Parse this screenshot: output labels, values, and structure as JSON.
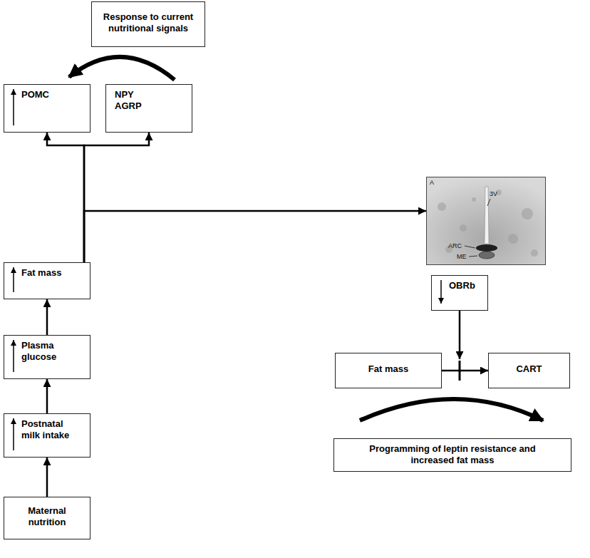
{
  "diagram": {
    "nodes": [
      {
        "text": [
          "Response to current nutritional signals"
        ]
      },
      {
        "text": [
          "POMC"
        ]
      },
      {
        "text": [
          "NPY AGRP"
        ]
      },
      {
        "text": [
          "Fat mass"
        ]
      },
      {
        "text": [
          "Plasma glucose"
        ]
      },
      {
        "text": [
          "Postnatal milk intake"
        ]
      },
      {
        "text": [
          "Maternal nutrition"
        ]
      },
      {
        "text": [
          "A",
          "3V",
          "ARC",
          "ME"
        ]
      },
      {
        "text": [
          "OBRb"
        ]
      },
      {
        "text": [
          "Fat mass"
        ]
      },
      {
        "text": [
          "CART"
        ]
      },
      {
        "text": [
          "Programming of leptin resistance and increased fat mass"
        ]
      }
    ],
    "edges": [
      {
        "from": 6,
        "to": 5,
        "arrow": "to"
      },
      {
        "from": 5,
        "to": 4,
        "arrow": "to"
      },
      {
        "from": 4,
        "to": 3,
        "arrow": "to"
      },
      {
        "from": 3,
        "to": 1,
        "arrow": "to"
      },
      {
        "from": 3,
        "to": 2,
        "arrow": "to"
      },
      {
        "from": 3,
        "to": 7,
        "arrow": "to"
      },
      {
        "from": 9,
        "to": 10,
        "arrow": "to"
      }
    ]
  }
}
